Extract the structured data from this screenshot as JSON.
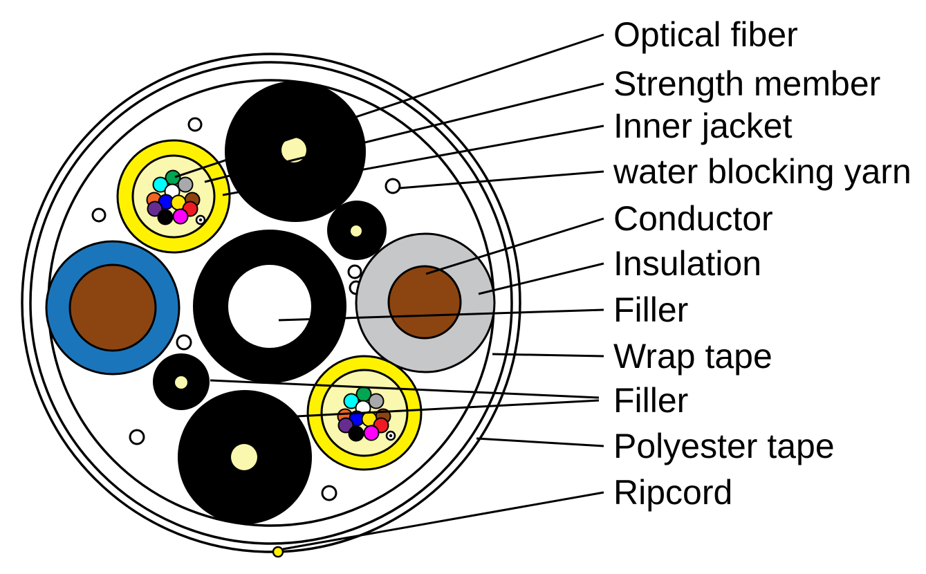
{
  "figure": {
    "description": "Cross-section diagram of a hybrid optical-fiber / power cable"
  },
  "colors": {
    "black": "#000000",
    "white": "#FFFFFF",
    "yellow": "#FFF200",
    "pale_yellow": "#FAF7AE",
    "blue_insulation": "#1B75BB",
    "brown_conductor": "#8C4510",
    "gray_insulation": "#C6C7C9"
  },
  "fiber_colors": [
    "#00A651",
    "#00FFFF",
    "#A7A9AC",
    "#FFFFFF",
    "#F26522",
    "#8C4510",
    "#0000FF",
    "#FFE600",
    "#662D91",
    "#ED1C24",
    "#000000",
    "#FF00FF"
  ],
  "labels": [
    {
      "text": "Optical fiber"
    },
    {
      "text": "Strength member"
    },
    {
      "text": "Inner jacket"
    },
    {
      "text": "water blocking yarn"
    },
    {
      "text": "Conductor"
    },
    {
      "text": "Insulation"
    },
    {
      "text": "Filler"
    },
    {
      "text": "Wrap tape"
    },
    {
      "text": "Filler"
    },
    {
      "text": "Polyester tape"
    },
    {
      "text": "Ripcord"
    }
  ]
}
